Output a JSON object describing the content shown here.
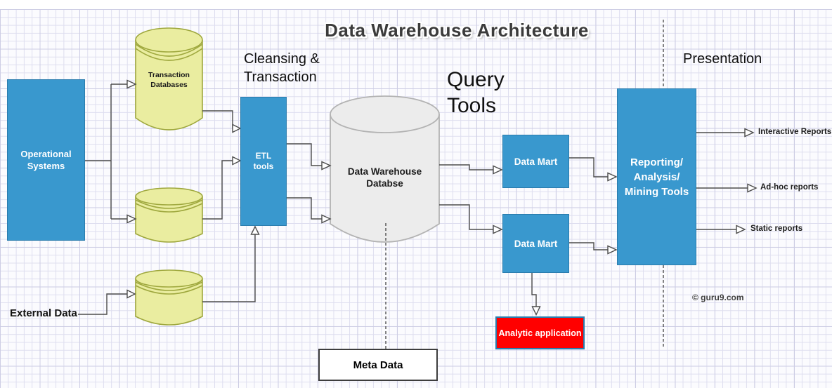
{
  "title": "Data Warehouse Architecture",
  "stage_labels": {
    "cleansing": "Cleansing &\nTransaction",
    "query_tools": "Query\nTools",
    "presentation": "Presentation"
  },
  "nodes": {
    "operational_systems": "Operational\nSystems",
    "transaction_databases": "Transaction\nDatabases",
    "etl_tools": "ETL\ntools",
    "data_warehouse": "Data Warehouse\nDatabse",
    "data_mart_top": "Data Mart",
    "data_mart_bottom": "Data Mart",
    "reporting_tools": "Reporting/\nAnalysis/\nMining Tools",
    "analytic_application": "Analytic application",
    "meta_data": "Meta Data",
    "external_data": "External Data"
  },
  "outputs": [
    "Interactive Reports",
    "Ad-hoc reports",
    "Static reports"
  ],
  "copyright": "© guru9.com",
  "colors": {
    "node_blue_fill": "#3998ce",
    "node_blue_border": "#2a7cad",
    "cylinder_yellow_fill": "#eaeda0",
    "cylinder_yellow_border": "#9fa83e",
    "cylinder_gray_fill": "#ececec",
    "cylinder_gray_border": "#b3b3b3",
    "analytic_red_fill": "#ff0000",
    "meta_box_border": "#3d3d3d",
    "connector": "#4c4c4c",
    "grid_line": "#dedeef"
  }
}
